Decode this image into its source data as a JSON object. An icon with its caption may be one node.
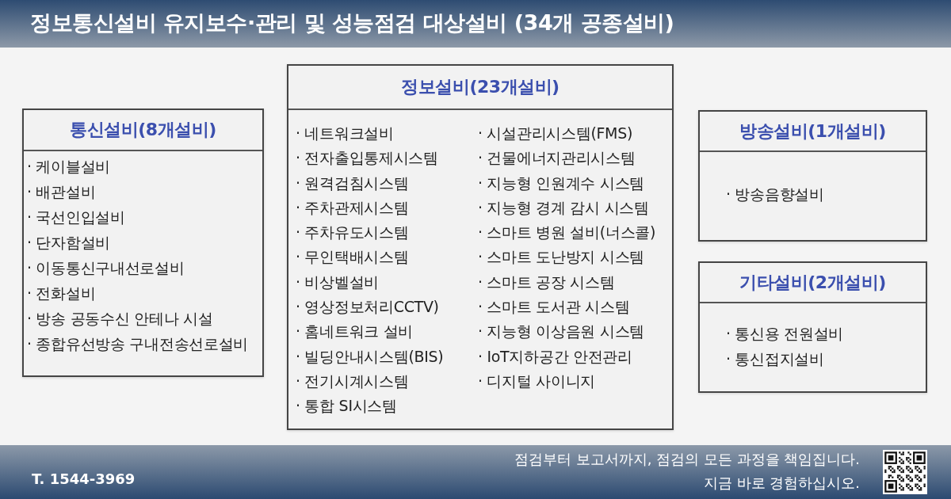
{
  "diagram": {
    "title": "정보통신설비 유지보수·관리 및 성능점검 대상설비 (34개 공종설비)",
    "nodes": [
      {
        "text": [
          "통신설비(8개설비)",
          "· 케이블설비",
          "· 배관설비",
          "· 국선인입설비",
          "· 단자함설비",
          "· 이동통신구내선로설비",
          "· 전화설비",
          "· 방송 공동수신 안테나 시설",
          "· 종합유선방송 구내전송선로설비"
        ]
      },
      {
        "text": [
          "정보설비(23개설비)",
          "· 네트워크설비",
          "· 전자출입통제시스템",
          "· 원격검침시스템",
          "· 주차관제시스템",
          "· 주차유도시스템",
          "· 무인택배시스템",
          "· 비상벨설비",
          "· 영상정보처리CCTV)",
          "· 홈네트워크 설비",
          "· 빌딩안내시스템(BIS)",
          "· 전기시계시스템",
          "· 통합 SI시스템",
          "· 시설관리시스템(FMS)",
          "· 건물에너지관리시스템",
          "· 지능형 인원계수 시스템",
          "· 지능형 경계 감시 시스템",
          "· 스마트 병원 설비(너스콜)",
          "· 스마트 도난방지 시스템",
          "· 스마트 공장 시스템",
          "· 스마트 도서관 시스템",
          "· 지능형 이상음원 시스템",
          "· IoT지하공간 안전관리",
          "· 디지털 사이니지"
        ]
      },
      {
        "text": [
          "방송설비(1개설비)",
          "· 방송음향설비"
        ]
      },
      {
        "text": [
          "기타설비(2개설비)",
          "· 통신용 전원설비",
          "· 통신접지설비"
        ]
      }
    ],
    "labels": [
      "T. 1544-3969",
      "점검부터 보고서까지, 점검의 모든 과정을 책임집니다.",
      "지금 바로 경험하십시오."
    ]
  }
}
